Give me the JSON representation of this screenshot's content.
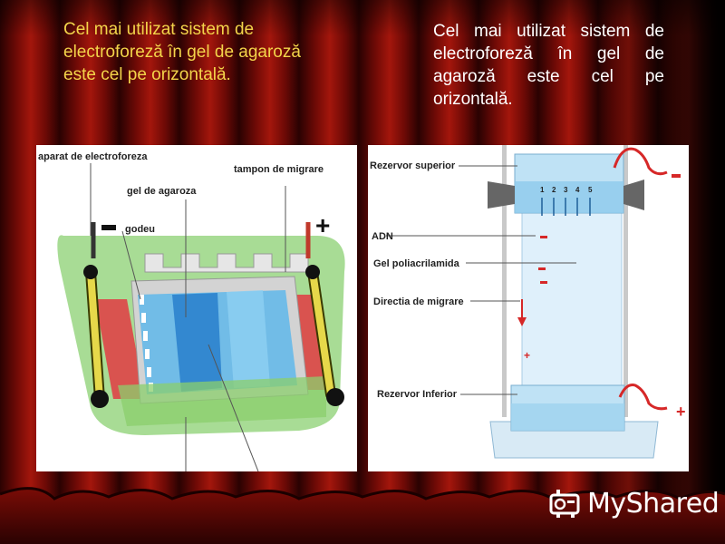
{
  "slide": {
    "text_left": "Cel mai utilizat sistem de electroforeză în gel de agaroză este cel pe orizontală.",
    "text_right": "Cel mai utilizat sistem de electroforeză în gel de agaroză este cel pe orizontală."
  },
  "diagram_left": {
    "labels": {
      "apparatus": "aparat de electroforeza",
      "buffer": "tampon de migrare",
      "gel": "gel de agaroza",
      "well": "godeu"
    },
    "minus": "-",
    "plus": "+"
  },
  "diagram_right": {
    "labels": {
      "upper_reservoir": "Rezervor superior",
      "dna": "ADN",
      "gel": "Gel poliacrilamida",
      "direction": "Directia de migrare",
      "lower_reservoir": "Rezervor Inferior"
    },
    "well_numbers": [
      "1",
      "2",
      "3",
      "4",
      "5"
    ],
    "minus": "-",
    "plus": "+"
  },
  "logo": {
    "text": "MyShared"
  }
}
